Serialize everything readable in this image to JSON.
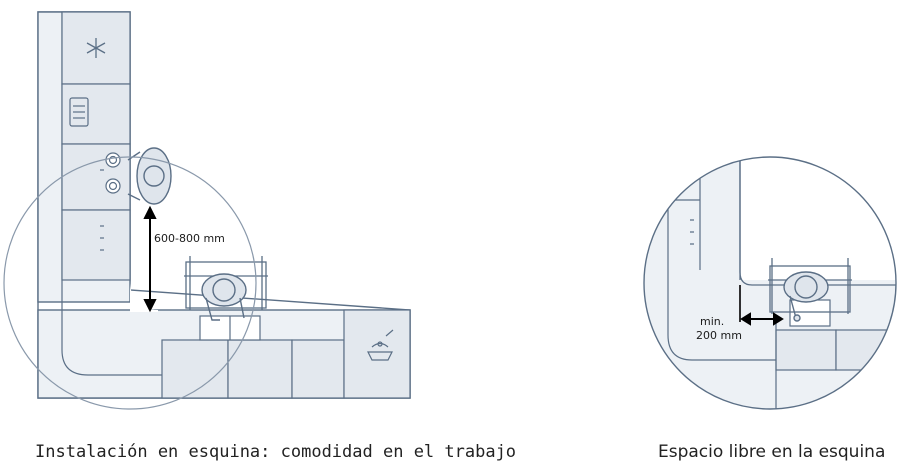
{
  "left_diagram": {
    "dimension_label": "600-800 mm",
    "caption": "Instalación en esquina: comodidad en el trabajo"
  },
  "right_diagram": {
    "dimension_label_line1": "min.",
    "dimension_label_line2": "200 mm",
    "caption": "Espacio libre en la esquina"
  },
  "colors": {
    "line": "#5b6f86",
    "fill": "#e6ebf0",
    "fill_light": "#f1f4f7",
    "arrow": "#000000"
  },
  "icons": [
    "snowflake-icon",
    "oven-icon",
    "cooktop-burner-icon",
    "sink-icon",
    "dishwasher-icon",
    "person-icon"
  ]
}
